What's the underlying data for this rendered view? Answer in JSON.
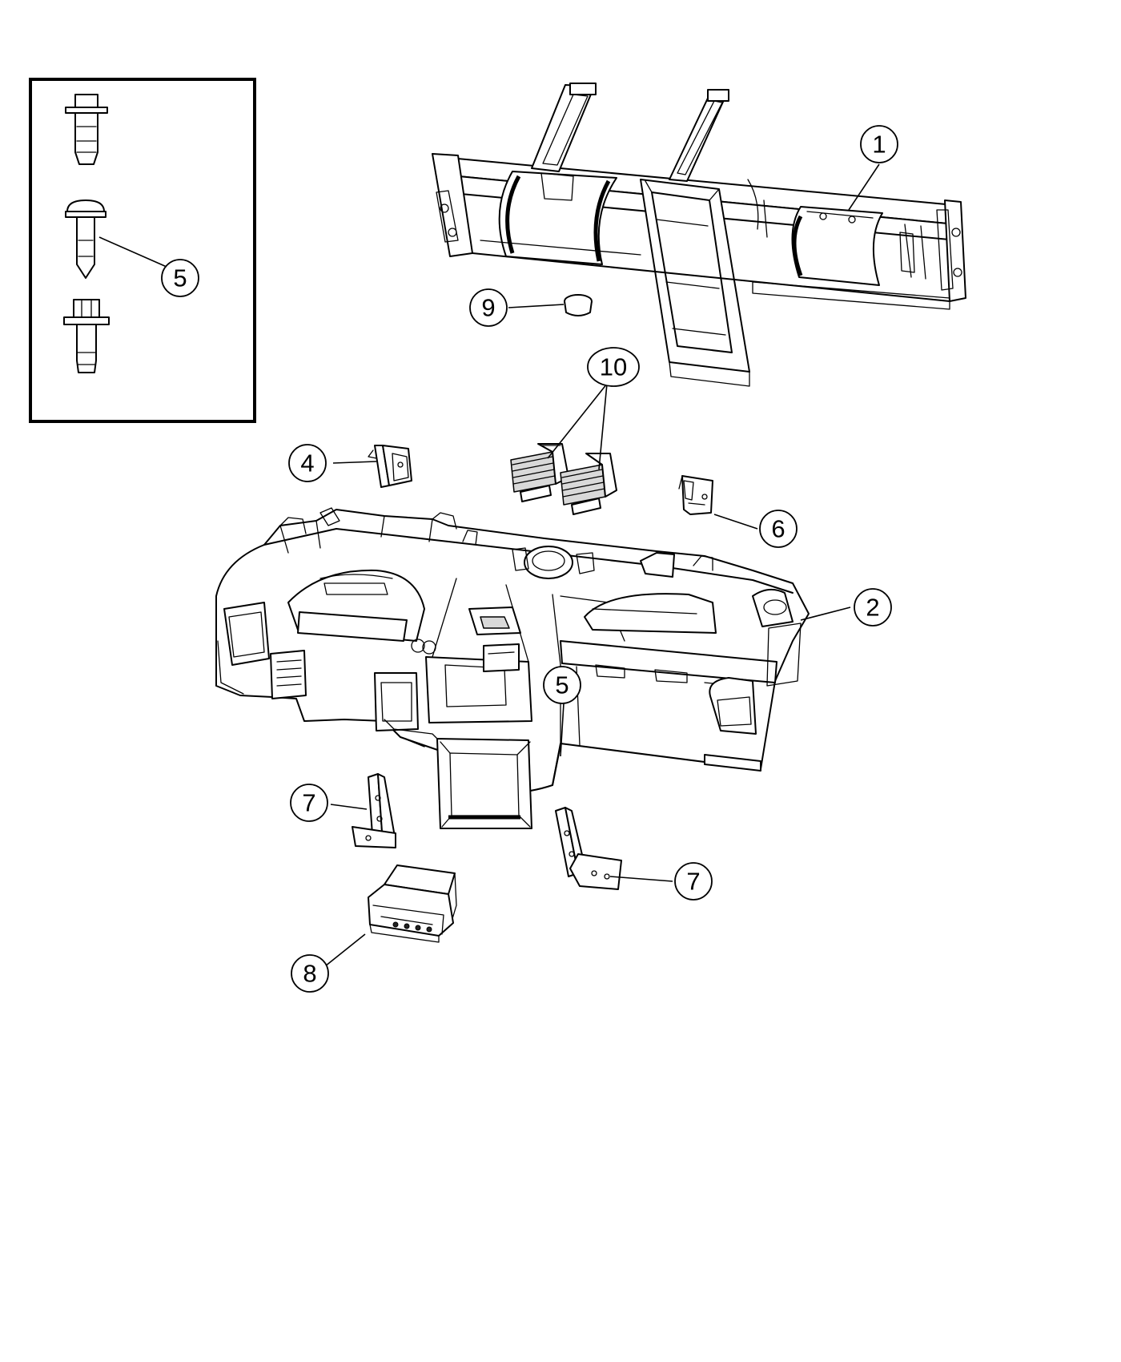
{
  "callouts": {
    "c1": "1",
    "c2": "2",
    "c4": "4",
    "c5_inset": "5",
    "c5_panel": "5",
    "c6": "6",
    "c7_left": "7",
    "c7_right": "7",
    "c8": "8",
    "c9": "9",
    "c10": "10"
  },
  "parts": {
    "1": "cross-car-beam",
    "2": "instrument-panel-base",
    "4": "bracket",
    "5": "screw",
    "6": "bracket",
    "7": "bracket",
    "8": "bin",
    "9": "plug",
    "10": "air-outlet"
  }
}
